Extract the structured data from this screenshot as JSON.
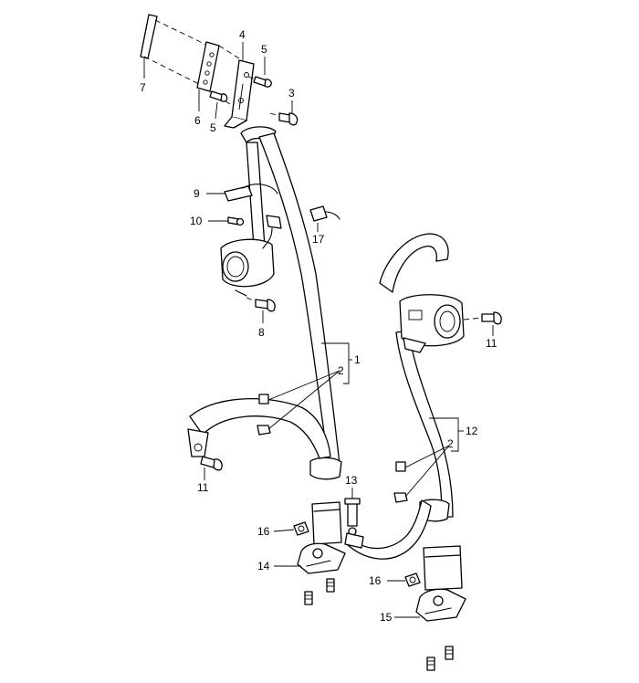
{
  "callouts": [
    {
      "id": "c1",
      "label": "1"
    },
    {
      "id": "c2a",
      "label": "2"
    },
    {
      "id": "c2b",
      "label": "2"
    },
    {
      "id": "c3",
      "label": "3"
    },
    {
      "id": "c4",
      "label": "4"
    },
    {
      "id": "c5a",
      "label": "5"
    },
    {
      "id": "c5b",
      "label": "5"
    },
    {
      "id": "c6",
      "label": "6"
    },
    {
      "id": "c7",
      "label": "7"
    },
    {
      "id": "c8",
      "label": "8"
    },
    {
      "id": "c9",
      "label": "9"
    },
    {
      "id": "c10",
      "label": "10"
    },
    {
      "id": "c11a",
      "label": "11"
    },
    {
      "id": "c11b",
      "label": "11"
    },
    {
      "id": "c12",
      "label": "12"
    },
    {
      "id": "c13",
      "label": "13"
    },
    {
      "id": "c14",
      "label": "14"
    },
    {
      "id": "c15",
      "label": "15"
    },
    {
      "id": "c16a",
      "label": "16"
    },
    {
      "id": "c16b",
      "label": "16"
    },
    {
      "id": "c17",
      "label": "17"
    }
  ]
}
